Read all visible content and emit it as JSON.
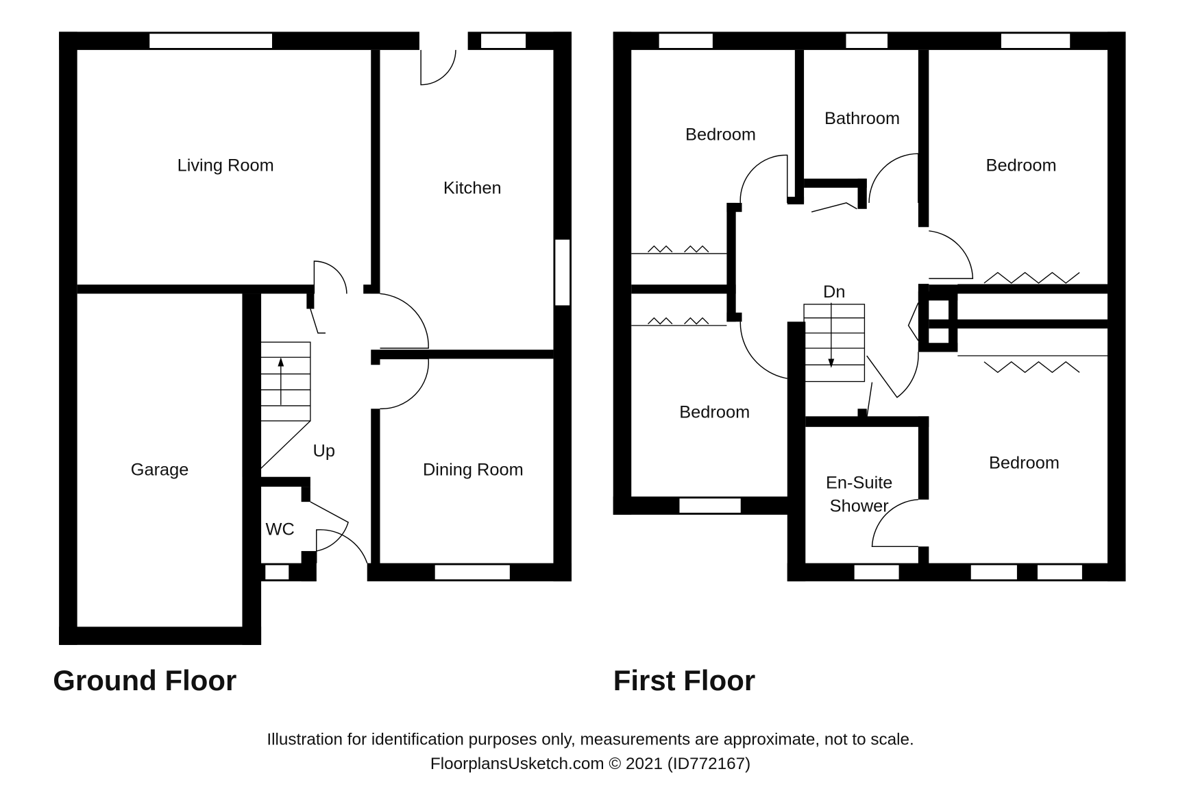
{
  "ground_floor": {
    "title": "Ground Floor",
    "rooms": {
      "living_room": "Living Room",
      "kitchen": "Kitchen",
      "garage": "Garage",
      "dining_room": "Dining Room",
      "wc": "WC",
      "stairs": "Up"
    }
  },
  "first_floor": {
    "title": "First Floor",
    "rooms": {
      "bedroom_front_left": "Bedroom",
      "bathroom": "Bathroom",
      "bedroom_front_right": "Bedroom",
      "bedroom_rear_left": "Bedroom",
      "bedroom_rear_right": "Bedroom",
      "ensuite_line1": "En-Suite",
      "ensuite_line2": "Shower",
      "stairs": "Dn"
    }
  },
  "footer": {
    "disclaimer": "Illustration for identification purposes only, measurements are approximate, not to scale.",
    "credit": "FloorplansUsketch.com © 2021 (ID772167)"
  }
}
